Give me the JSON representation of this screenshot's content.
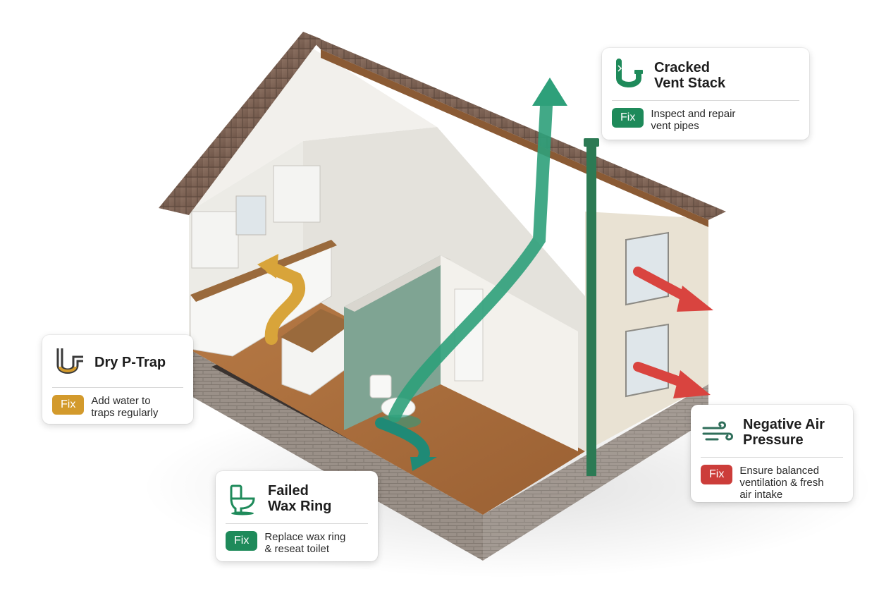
{
  "colors": {
    "green": "#1e8a5a",
    "amber": "#d39a2c",
    "red": "#cc3d3a",
    "teal": "#1f7a6e"
  },
  "cards": {
    "vent_stack": {
      "icon": "cracked-pipe-icon",
      "title_line1": "Cracked",
      "title_line2": "Vent Stack",
      "fix_label": "Fix",
      "fix_line1": "Inspect and repair",
      "fix_line2": "vent pipes"
    },
    "p_trap": {
      "icon": "p-trap-icon",
      "title": "Dry P-Trap",
      "fix_label": "Fix",
      "fix_line1": "Add water to",
      "fix_line2": "traps regularly"
    },
    "wax_ring": {
      "icon": "toilet-icon",
      "title_line1": "Failed",
      "title_line2": "Wax Ring",
      "fix_label": "Fix",
      "fix_line1": "Replace wax ring",
      "fix_line2": "& reseat toilet"
    },
    "air_pressure": {
      "icon": "wind-icon",
      "title_line1": "Negative Air",
      "title_line2": "Pressure",
      "fix_label": "Fix",
      "fix_line1": "Ensure balanced",
      "fix_line2": "ventilation & fresh",
      "fix_line3": "air intake"
    }
  }
}
